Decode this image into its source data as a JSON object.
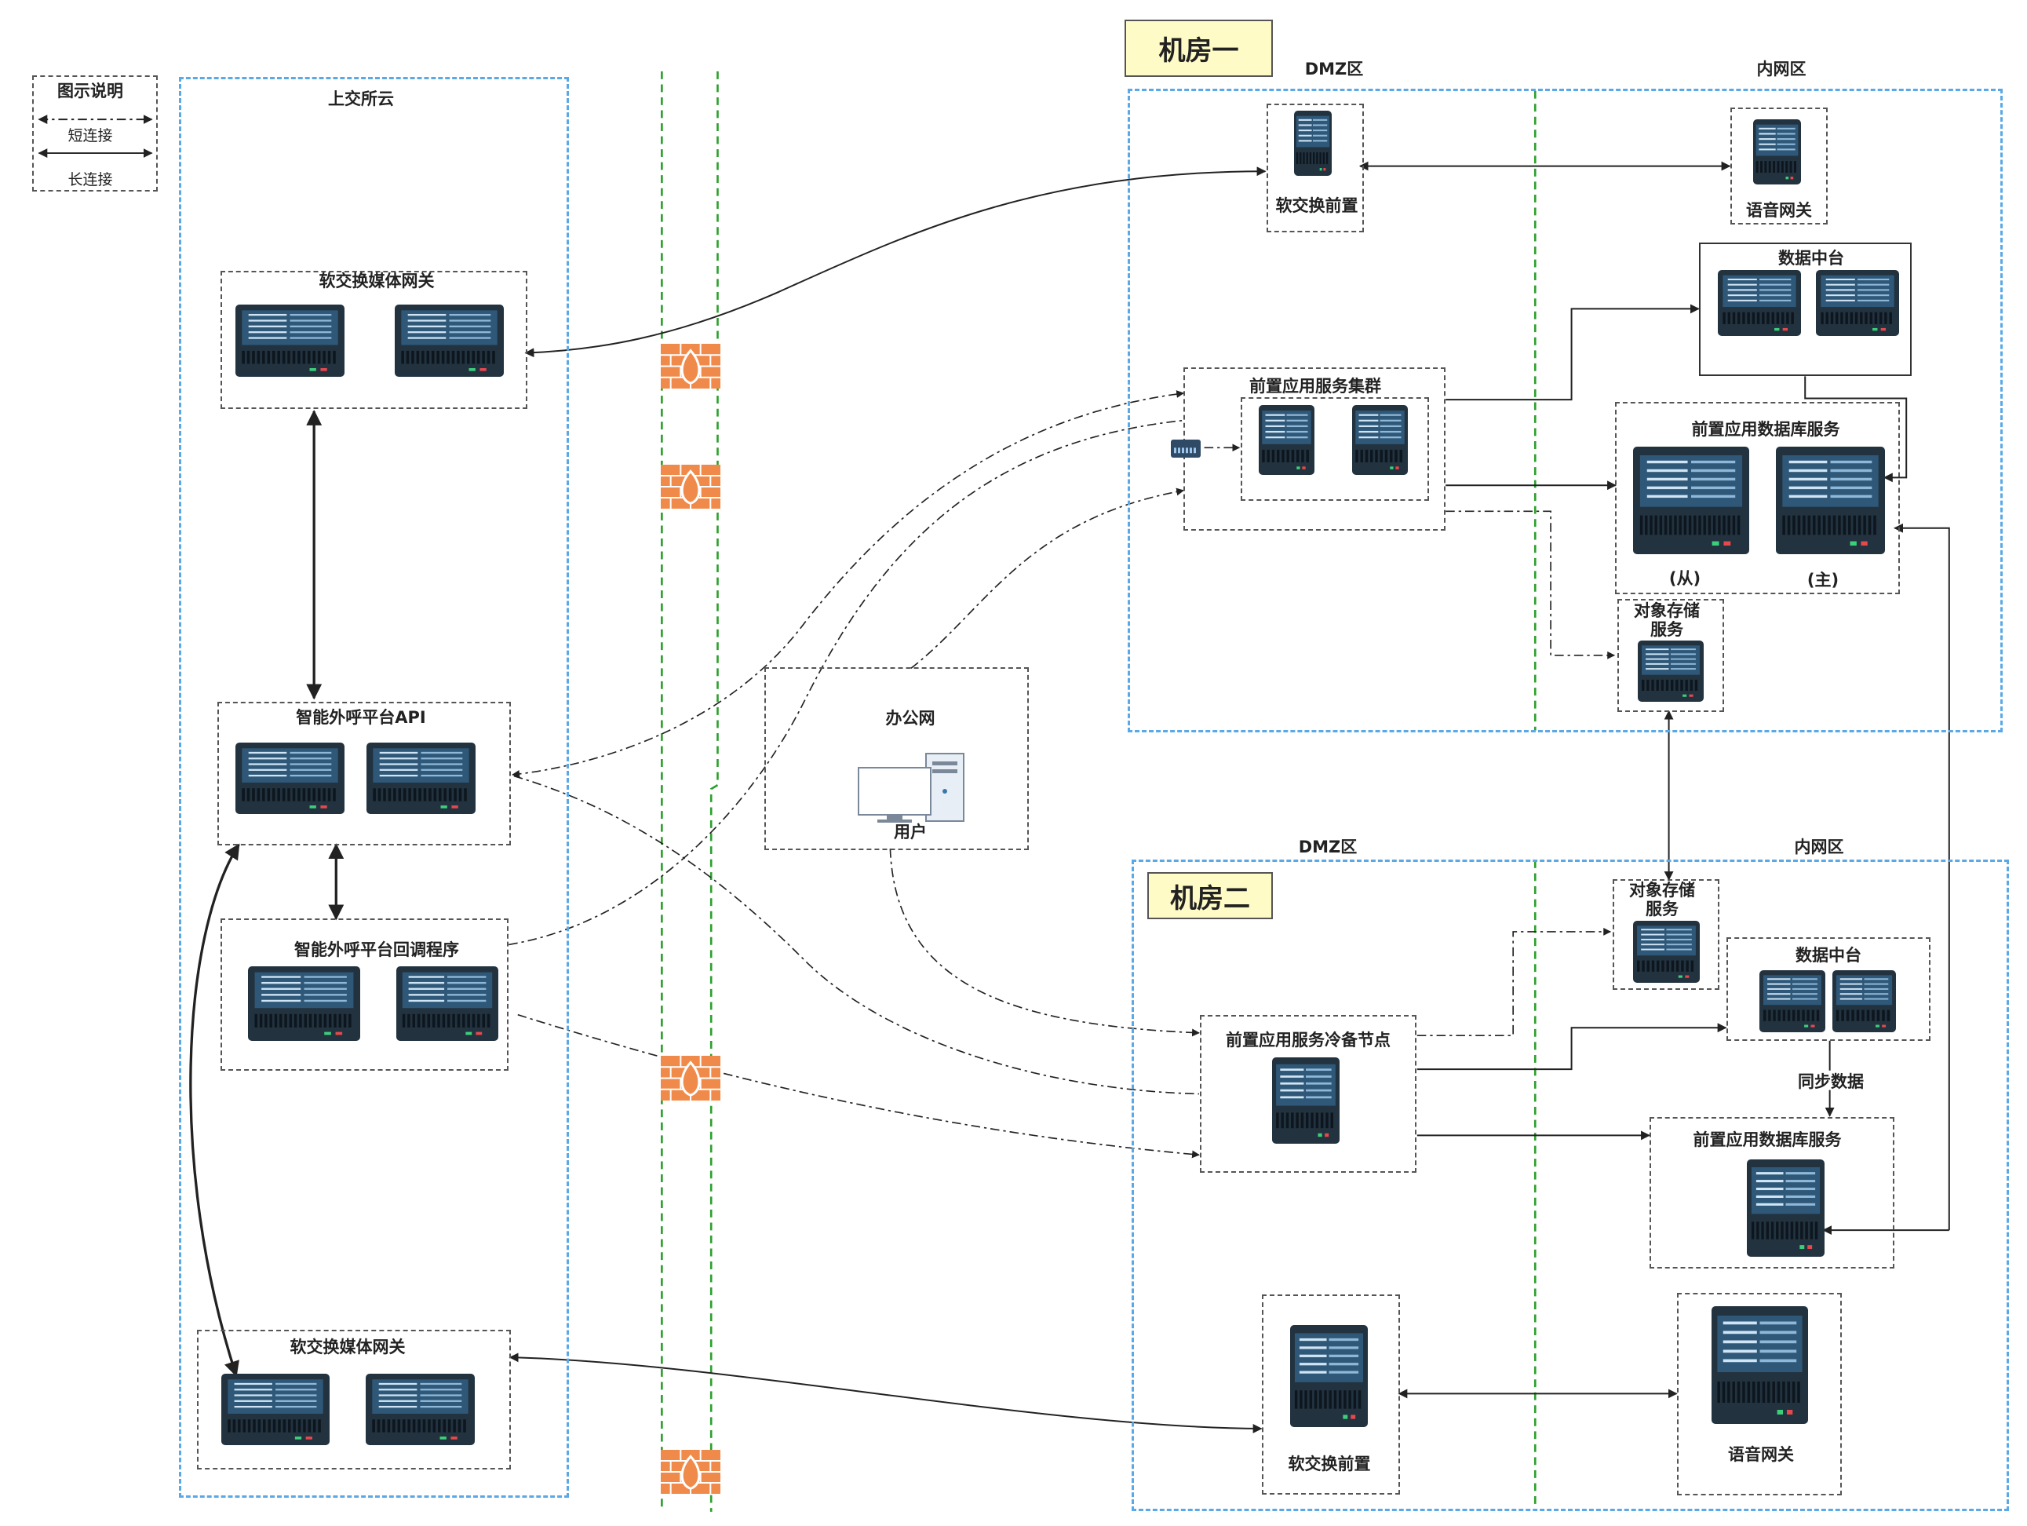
{
  "legend": {
    "title": "图示说明",
    "short_label": "短连接",
    "long_label": "长连接"
  },
  "cloud": {
    "title": "上交所云",
    "gateway_top": "软交换媒体网关",
    "api": "智能外呼平台API",
    "callback": "智能外呼平台回调程序",
    "gateway_bottom": "软交换媒体网关"
  },
  "office": {
    "title": "办公网",
    "user": "用户"
  },
  "room1": {
    "title": "机房一",
    "dmz": "DMZ区",
    "intranet": "内网区",
    "softswitch": "软交换前置",
    "voice_gateway": "语音网关",
    "data_platform": "数据中台",
    "app_cluster": "前置应用服务集群",
    "db_service": "前置应用数据库服务",
    "db_slave": "(从)",
    "db_master": "(主)",
    "object_storage": "对象存储服务"
  },
  "room2": {
    "title": "机房二",
    "dmz": "DMZ区",
    "intranet": "内网区",
    "object_storage": "对象存储服务",
    "data_platform": "数据中台",
    "cold_node": "前置应用服务冷备节点",
    "sync": "同步数据",
    "db_service": "前置应用数据库服务",
    "softswitch": "软交换前置",
    "voice_gateway": "语音网关"
  },
  "colors": {
    "zone_border": "#5aa9e6",
    "firewall_line": "#2ca02c",
    "firewall_brick": "#f08a4b",
    "server_body": "#22323f",
    "server_screen": "#3b78a8",
    "title_fill": "#fffbc6"
  }
}
